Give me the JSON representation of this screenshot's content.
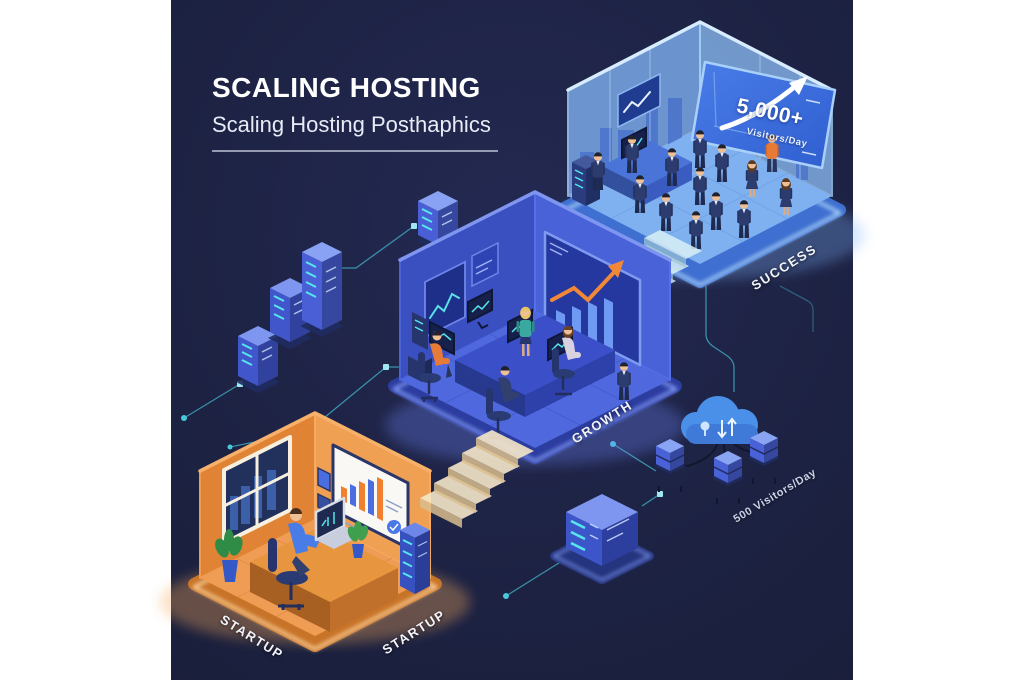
{
  "poster": {
    "title": "SCALING HOSTING",
    "subtitle": "Scaling Hosting Posthaphics"
  },
  "stages": {
    "startup": {
      "label_left": "STARTUP",
      "label_right": "STARTUP"
    },
    "growth": {
      "label": "GROWTH"
    },
    "success": {
      "label": "SUCCESS"
    }
  },
  "billboard": {
    "value": "5,000+",
    "unit": "Visitors/Day"
  },
  "network": {
    "cloud_label": "500 Visitors/Day"
  },
  "icons": {
    "cloud": "cloud-icon",
    "server": "server-tower-icon",
    "stairs": "stairs-icon",
    "whiteboard": "whiteboard-chart-icon",
    "billboard": "growth-arrow-billboard-icon",
    "window": "city-window-icon"
  },
  "colors": {
    "page": "#ffffff",
    "background": "#1d2342",
    "startup_room": "#f0964f",
    "growth_room": "#4a62d8",
    "success_room": "#7fb0f0",
    "billboard": "#3b6ce0",
    "connector": "#49c8dc",
    "accent_orange": "#f08030"
  }
}
